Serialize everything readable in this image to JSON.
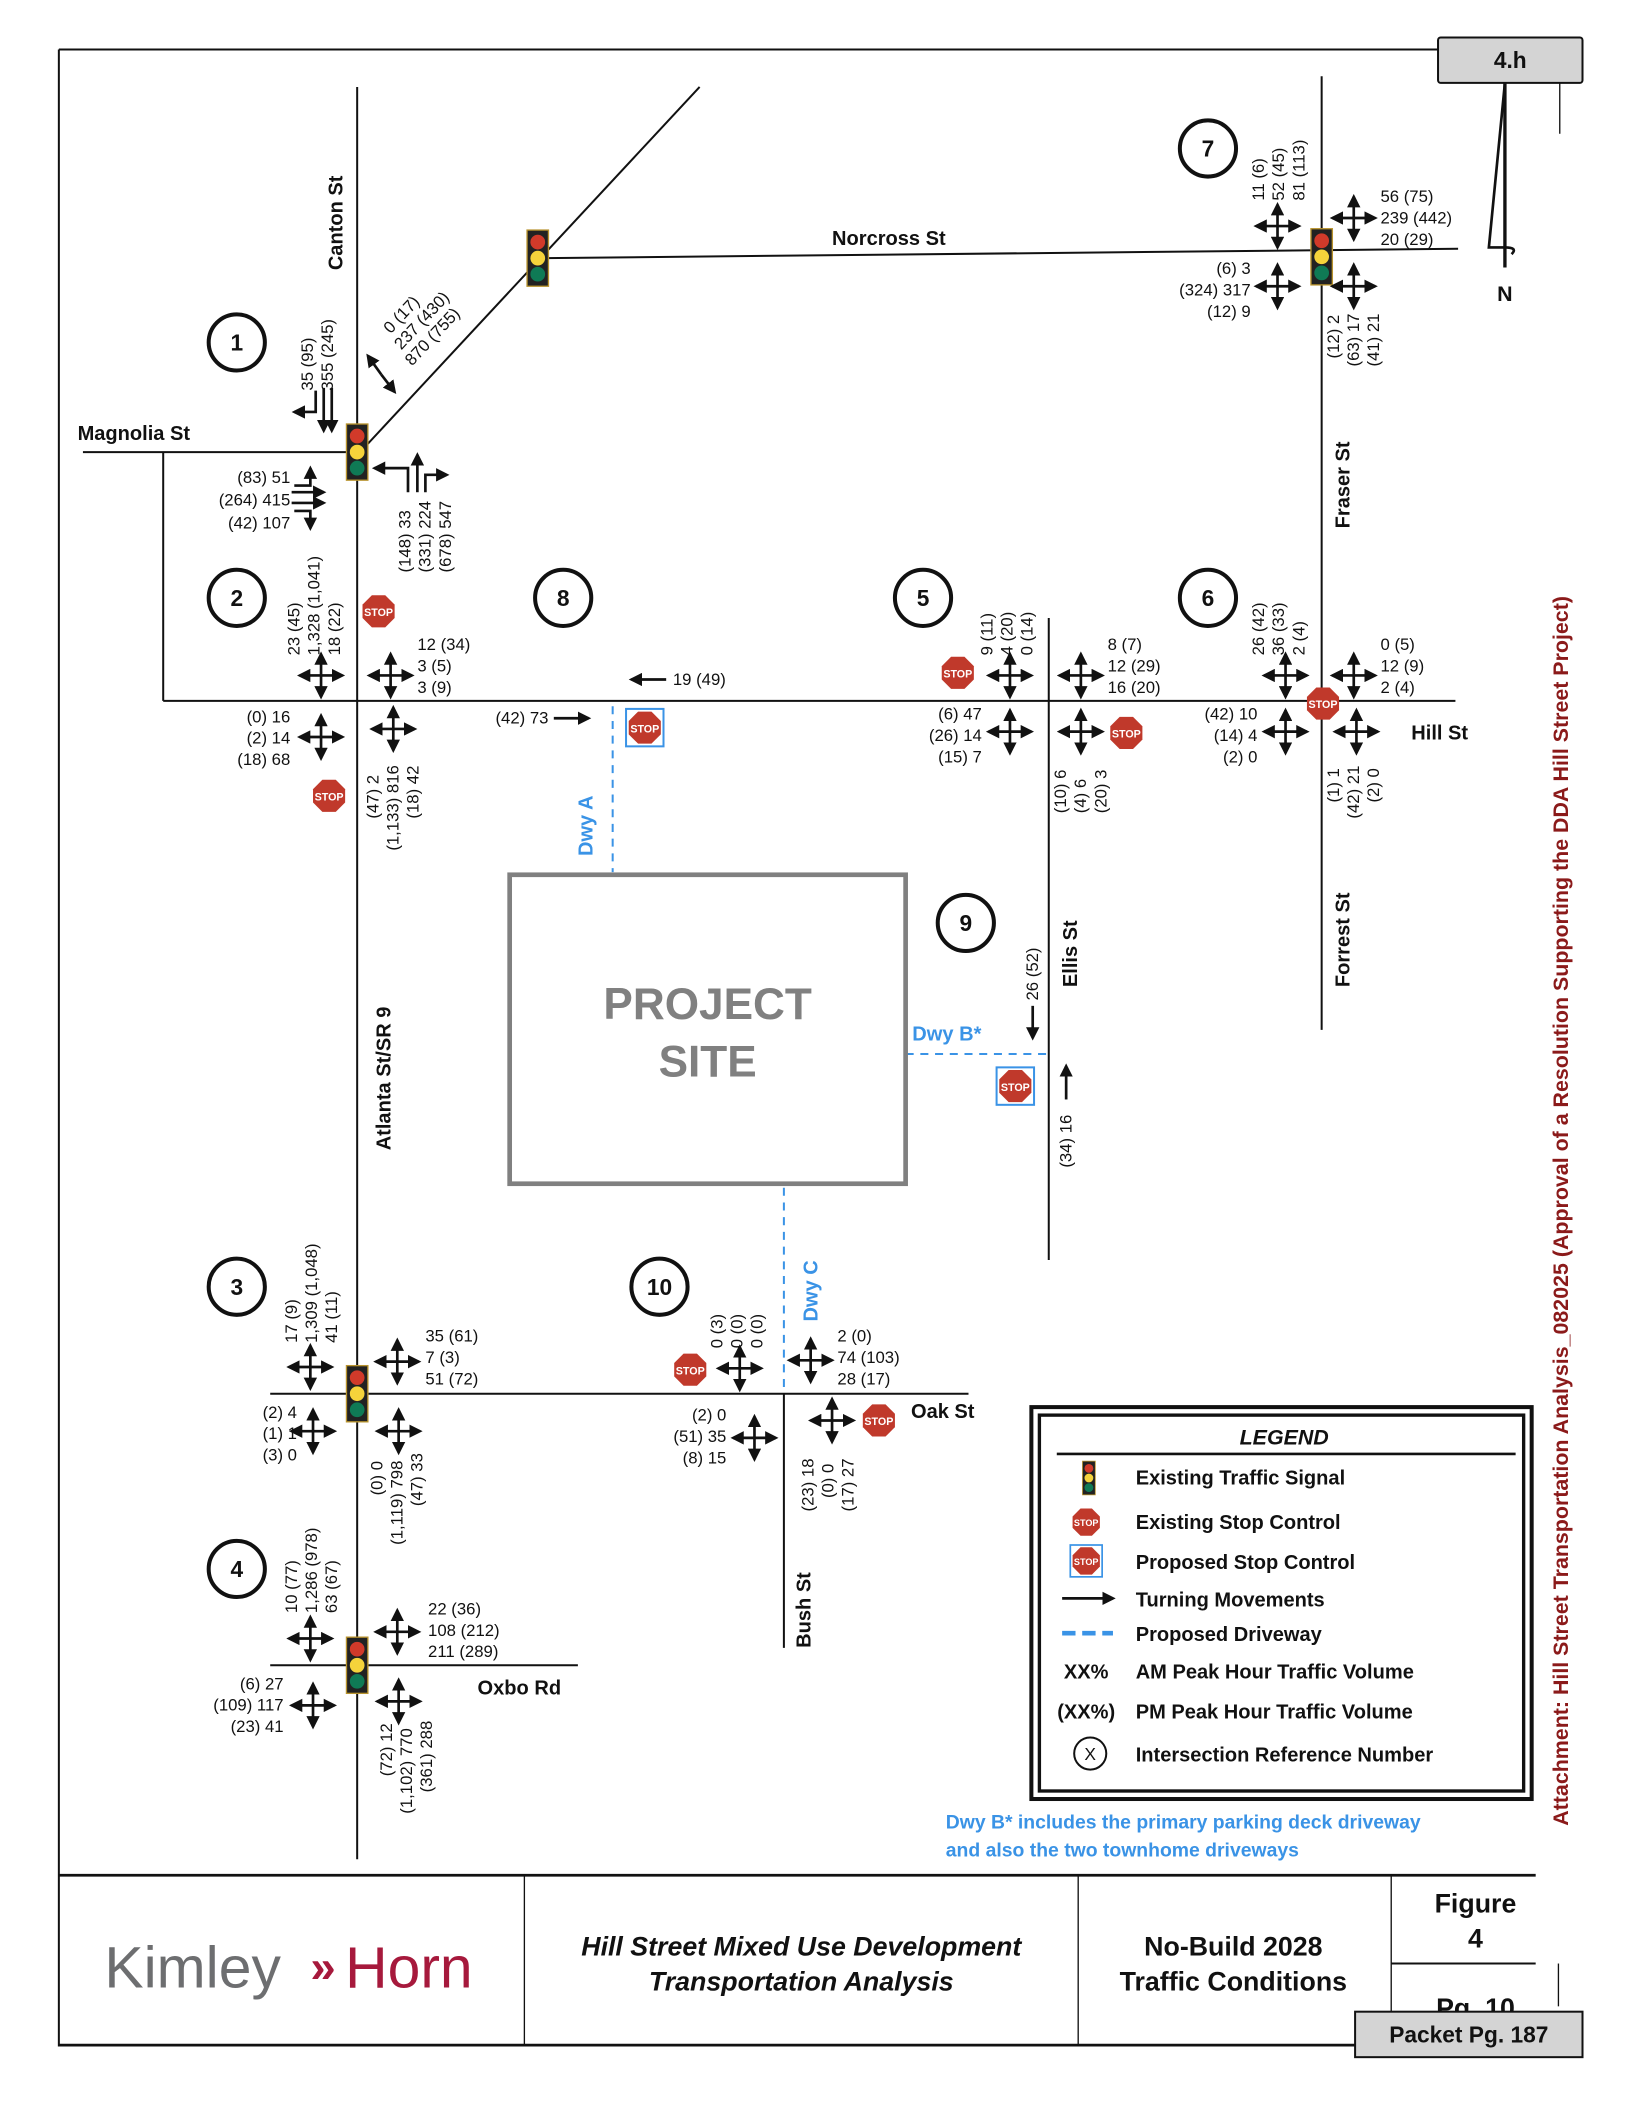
{
  "badge": {
    "label": "4.h"
  },
  "north": {
    "label": "N"
  },
  "attachment_text": "Attachment: Hill Street Transportation Analysis_082025  (Approval of a Resolution Supporting the DDA Hill Street Project)",
  "roads": {
    "canton": "Canton St",
    "magnolia": "Magnolia St",
    "norcross": "Norcross St",
    "fraser": "Fraser St",
    "hill": "Hill St",
    "forrest": "Forrest St",
    "ellis": "Ellis St",
    "atlanta": "Atlanta St/SR 9",
    "oak": "Oak St",
    "bush": "Bush St",
    "oxbo": "Oxbo Rd"
  },
  "driveways": {
    "a": "Dwy A",
    "b": "Dwy B*",
    "c": "Dwy C"
  },
  "project_site": {
    "line1": "PROJECT",
    "line2": "SITE"
  },
  "intersections": [
    {
      "id": "1",
      "label": "1",
      "sb": [
        "35 (95)",
        "355 (245)"
      ],
      "nb": [
        "(148) 33",
        "(331) 224",
        "(678) 547"
      ],
      "eb": [
        "(83) 51",
        "(264) 415",
        "(42) 107"
      ],
      "ne": [
        "0 (17)",
        "237 (430)",
        "870 (755)"
      ]
    },
    {
      "id": "2",
      "label": "2",
      "sb": [
        "23 (45)",
        "1,328 (1,041)",
        "18 (22)"
      ],
      "wb": [
        "12 (34)",
        "3 (5)",
        "3 (9)"
      ],
      "eb": [
        "(0) 16",
        "(2) 14",
        "(18) 68"
      ],
      "nb": [
        "(47) 2",
        "(1,133) 816",
        "(18) 42"
      ]
    },
    {
      "id": "3",
      "label": "3",
      "sb": [
        "17 (9)",
        "1,309 (1,048)",
        "41 (11)"
      ],
      "wb": [
        "35 (61)",
        "7 (3)",
        "51 (72)"
      ],
      "eb": [
        "(2) 4",
        "(1) 1",
        "(3) 0"
      ],
      "nb": [
        "(0) 0",
        "(1,119) 798",
        "(47) 33"
      ]
    },
    {
      "id": "4",
      "label": "4",
      "sb": [
        "10 (77)",
        "1,286 (978)",
        "63 (67)"
      ],
      "wb": [
        "22 (36)",
        "108 (212)",
        "211 (289)"
      ],
      "eb": [
        "(6) 27",
        "(109) 117",
        "(23) 41"
      ],
      "nb": [
        "(72) 12",
        "(1,102) 770",
        "(361) 288"
      ]
    },
    {
      "id": "5",
      "label": "5",
      "sb": [
        "9 (11)",
        "4 (20)",
        "0 (14)"
      ],
      "wb": [
        "8 (7)",
        "12 (29)",
        "16 (20)"
      ],
      "eb": [
        "(6) 47",
        "(26) 14",
        "(15) 7"
      ],
      "nb": [
        "(10) 6",
        "(4) 6",
        "(20) 3"
      ]
    },
    {
      "id": "6",
      "label": "6",
      "sb": [
        "26 (42)",
        "36 (33)",
        "2 (4)"
      ],
      "wb": [
        "0 (5)",
        "12 (9)",
        "2 (4)"
      ],
      "eb": [
        "(42) 10",
        "(14) 4",
        "(2) 0"
      ],
      "nb": [
        "(1) 1",
        "(42) 21",
        "(2) 0"
      ]
    },
    {
      "id": "7",
      "label": "7",
      "sb": [
        "11 (6)",
        "52 (45)",
        "81 (113)"
      ],
      "wb": [
        "56 (75)",
        "239 (442)",
        "20 (29)"
      ],
      "eb": [
        "(6) 3",
        "(324) 317",
        "(12) 9"
      ],
      "nb": [
        "(12) 2",
        "(63) 17",
        "(41) 21"
      ]
    },
    {
      "id": "8",
      "label": "8",
      "wb": [
        "19 (49)"
      ],
      "eb": [
        "(42) 73"
      ]
    },
    {
      "id": "9",
      "label": "9",
      "sb": [
        "26 (52)"
      ],
      "nb": [
        "(34) 16"
      ]
    },
    {
      "id": "10",
      "label": "10",
      "sb": [
        "0 (3)",
        "0 (0)",
        "0 (0)"
      ],
      "wb": [
        "2 (0)",
        "74 (103)",
        "28 (17)"
      ],
      "eb": [
        "(2) 0",
        "(51) 35",
        "(8) 15"
      ],
      "nb": [
        "(23) 18",
        "(0) 0",
        "(17) 27"
      ]
    }
  ],
  "legend": {
    "title": "LEGEND",
    "items": [
      {
        "icon": "traffic-signal-icon",
        "label": "Existing Traffic Signal"
      },
      {
        "icon": "stop-sign-icon",
        "label": "Existing Stop Control"
      },
      {
        "icon": "proposed-stop-sign-icon",
        "label": "Proposed Stop Control"
      },
      {
        "icon": "arrow-icon",
        "label": "Turning Movements"
      },
      {
        "icon": "dashed-line-icon",
        "label": "Proposed Driveway"
      },
      {
        "symbol": "XX%",
        "label": "AM Peak Hour Traffic Volume"
      },
      {
        "symbol": "(XX%)",
        "label": "PM Peak Hour Traffic Volume"
      },
      {
        "symbol": "X",
        "label": "Intersection Reference Number"
      }
    ]
  },
  "note": {
    "line1": "Dwy B* includes the primary parking deck driveway",
    "line2": "and also the two townhome driveways"
  },
  "footer": {
    "logo_left": "Kimley",
    "logo_arrows": "»",
    "logo_right": "Horn",
    "title_line1": "Hill Street Mixed Use Development",
    "title_line2": "Transportation Analysis",
    "cond_line1": "No-Build 2028",
    "cond_line2": "Traffic Conditions",
    "figure_label": "Figure",
    "figure_number": "4",
    "page": "Pg. 10",
    "packet": "Packet Pg. 187"
  },
  "colors": {
    "signal_red": "#d13a2a",
    "signal_yellow": "#f5d33b",
    "signal_green": "#0f7a55",
    "stop_red": "#c0392b",
    "driveway_blue": "#3a93e6",
    "attachment_red": "#8b1a1a",
    "site_gray": "#808080",
    "logo_red": "#a6193c",
    "logo_gray": "#6d6e70"
  }
}
